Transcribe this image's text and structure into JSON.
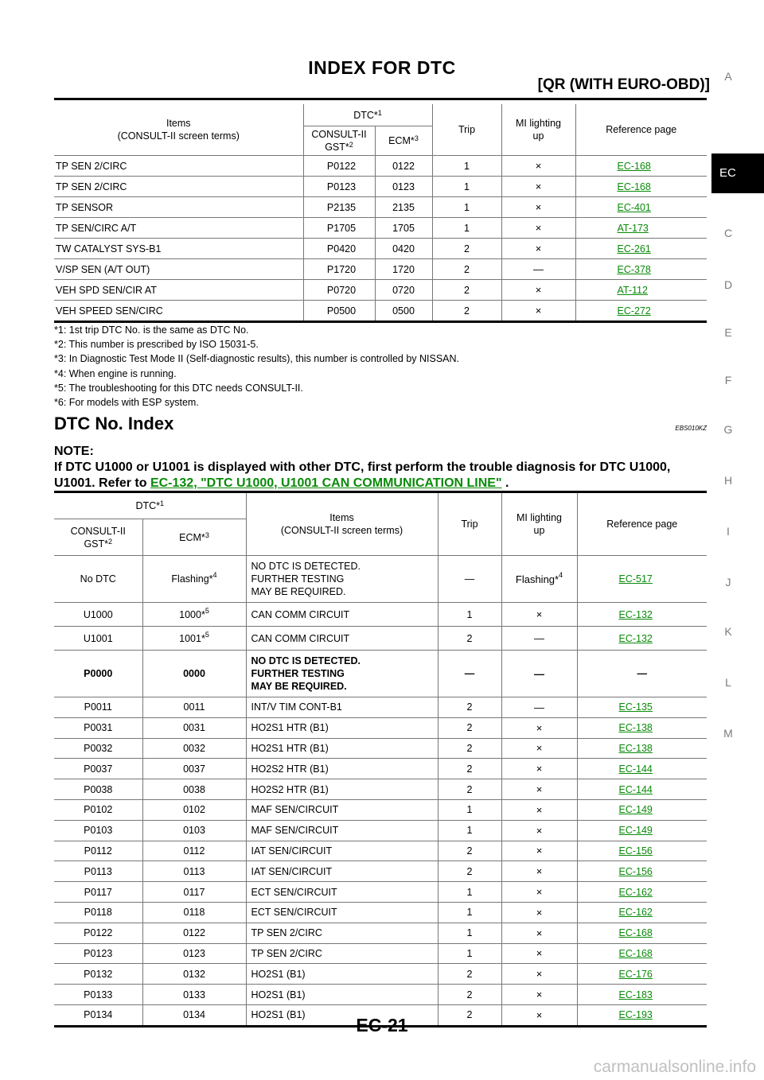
{
  "header": {
    "title": "INDEX FOR DTC",
    "subtitle": "[QR (WITH EURO-OBD)]"
  },
  "side_tabs": [
    "A",
    "EC",
    "C",
    "D",
    "E",
    "F",
    "G",
    "H",
    "I",
    "J",
    "K",
    "L",
    "M"
  ],
  "table1": {
    "headers": {
      "items": "Items\n(CONSULT-II screen terms)",
      "dtc": "DTC*",
      "dtc_sup": "1",
      "consult": "CONSULT-II\nGST*",
      "consult_sup": "2",
      "ecm": "ECM*",
      "ecm_sup": "3",
      "trip": "Trip",
      "mi": "MI lighting\nup",
      "ref": "Reference page"
    },
    "rows": [
      {
        "item": "TP SEN 2/CIRC",
        "gst": "P0122",
        "ecm": "0122",
        "trip": "1",
        "mi": "×",
        "ref": "EC-168"
      },
      {
        "item": "TP SEN 2/CIRC",
        "gst": "P0123",
        "ecm": "0123",
        "trip": "1",
        "mi": "×",
        "ref": "EC-168"
      },
      {
        "item": "TP SENSOR",
        "gst": "P2135",
        "ecm": "2135",
        "trip": "1",
        "mi": "×",
        "ref": "EC-401"
      },
      {
        "item": "TP SEN/CIRC A/T",
        "gst": "P1705",
        "ecm": "1705",
        "trip": "1",
        "mi": "×",
        "ref": "AT-173"
      },
      {
        "item": "TW CATALYST SYS-B1",
        "gst": "P0420",
        "ecm": "0420",
        "trip": "2",
        "mi": "×",
        "ref": "EC-261"
      },
      {
        "item": "V/SP SEN (A/T OUT)",
        "gst": "P1720",
        "ecm": "1720",
        "trip": "2",
        "mi": "—",
        "ref": "EC-378"
      },
      {
        "item": "VEH SPD SEN/CIR AT",
        "gst": "P0720",
        "ecm": "0720",
        "trip": "2",
        "mi": "×",
        "ref": "AT-112"
      },
      {
        "item": "VEH SPEED SEN/CIRC",
        "gst": "P0500",
        "ecm": "0500",
        "trip": "2",
        "mi": "×",
        "ref": "EC-272"
      }
    ]
  },
  "footnotes": [
    "*1: 1st trip DTC No. is the same as DTC No.",
    "*2: This number is prescribed by ISO 15031-5.",
    "*3: In Diagnostic Test Mode II (Self-diagnostic results), this number is controlled by NISSAN.",
    "*4: When engine is running.",
    "*5: The troubleshooting for this DTC needs CONSULT-II.",
    "*6: For models with ESP system."
  ],
  "section": {
    "title": "DTC No. Index",
    "code": "EBS010KZ"
  },
  "note": {
    "label": "NOTE:",
    "text": "If DTC U1000 or U1001 is displayed with other DTC, first perform the trouble diagnosis for DTC U1000, U1001. Refer to ",
    "link": "EC-132, \"DTC U1000, U1001 CAN COMMUNICATION LINE\"",
    "end": " ."
  },
  "table2": {
    "headers": {
      "dtc": "DTC*",
      "dtc_sup": "1",
      "consult": "CONSULT-II\nGST*",
      "consult_sup": "2",
      "ecm": "ECM*",
      "ecm_sup": "3",
      "items": "Items\n(CONSULT-II screen terms)",
      "trip": "Trip",
      "mi": "MI lighting\nup",
      "ref": "Reference page"
    },
    "rows": [
      {
        "gst": "No DTC",
        "ecm": "Flashing*",
        "ecm_sup": "4",
        "item": "NO DTC IS DETECTED.\nFURTHER TESTING\nMAY BE REQUIRED.",
        "trip": "—",
        "mi": "Flashing*",
        "mi_sup": "4",
        "ref": "EC-517",
        "tall": true
      },
      {
        "gst": "U1000",
        "ecm": "1000*",
        "ecm_sup": "5",
        "item": "CAN COMM CIRCUIT",
        "trip": "1",
        "mi": "×",
        "ref": "EC-132",
        "mid": true
      },
      {
        "gst": "U1001",
        "ecm": "1001*",
        "ecm_sup": "5",
        "item": "CAN COMM CIRCUIT",
        "trip": "2",
        "mi": "—",
        "ref": "EC-132",
        "mid": true
      },
      {
        "gst": "P0000",
        "ecm": "0000",
        "item": "NO DTC IS DETECTED.\nFURTHER TESTING\nMAY BE REQUIRED.",
        "trip": "—",
        "mi": "—",
        "ref": "—",
        "tall": true,
        "bold": true
      },
      {
        "gst": "P0011",
        "ecm": "0011",
        "item": "INT/V TIM CONT-B1",
        "trip": "2",
        "mi": "—",
        "ref": "EC-135"
      },
      {
        "gst": "P0031",
        "ecm": "0031",
        "item": "HO2S1 HTR (B1)",
        "trip": "2",
        "mi": "×",
        "ref": "EC-138"
      },
      {
        "gst": "P0032",
        "ecm": "0032",
        "item": "HO2S1 HTR (B1)",
        "trip": "2",
        "mi": "×",
        "ref": "EC-138"
      },
      {
        "gst": "P0037",
        "ecm": "0037",
        "item": "HO2S2 HTR (B1)",
        "trip": "2",
        "mi": "×",
        "ref": "EC-144"
      },
      {
        "gst": "P0038",
        "ecm": "0038",
        "item": "HO2S2 HTR (B1)",
        "trip": "2",
        "mi": "×",
        "ref": "EC-144"
      },
      {
        "gst": "P0102",
        "ecm": "0102",
        "item": "MAF SEN/CIRCUIT",
        "trip": "1",
        "mi": "×",
        "ref": "EC-149"
      },
      {
        "gst": "P0103",
        "ecm": "0103",
        "item": "MAF SEN/CIRCUIT",
        "trip": "1",
        "mi": "×",
        "ref": "EC-149"
      },
      {
        "gst": "P0112",
        "ecm": "0112",
        "item": "IAT SEN/CIRCUIT",
        "trip": "2",
        "mi": "×",
        "ref": "EC-156"
      },
      {
        "gst": "P0113",
        "ecm": "0113",
        "item": "IAT SEN/CIRCUIT",
        "trip": "2",
        "mi": "×",
        "ref": "EC-156"
      },
      {
        "gst": "P0117",
        "ecm": "0117",
        "item": "ECT SEN/CIRCUIT",
        "trip": "1",
        "mi": "×",
        "ref": "EC-162"
      },
      {
        "gst": "P0118",
        "ecm": "0118",
        "item": "ECT SEN/CIRCUIT",
        "trip": "1",
        "mi": "×",
        "ref": "EC-162"
      },
      {
        "gst": "P0122",
        "ecm": "0122",
        "item": "TP SEN 2/CIRC",
        "trip": "1",
        "mi": "×",
        "ref": "EC-168"
      },
      {
        "gst": "P0123",
        "ecm": "0123",
        "item": "TP SEN 2/CIRC",
        "trip": "1",
        "mi": "×",
        "ref": "EC-168"
      },
      {
        "gst": "P0132",
        "ecm": "0132",
        "item": "HO2S1 (B1)",
        "trip": "2",
        "mi": "×",
        "ref": "EC-176"
      },
      {
        "gst": "P0133",
        "ecm": "0133",
        "item": "HO2S1 (B1)",
        "trip": "2",
        "mi": "×",
        "ref": "EC-183"
      },
      {
        "gst": "P0134",
        "ecm": "0134",
        "item": "HO2S1 (B1)",
        "trip": "2",
        "mi": "×",
        "ref": "EC-193"
      }
    ]
  },
  "footer": {
    "page": "EC-21",
    "watermark": "carmanualsonline.info"
  }
}
